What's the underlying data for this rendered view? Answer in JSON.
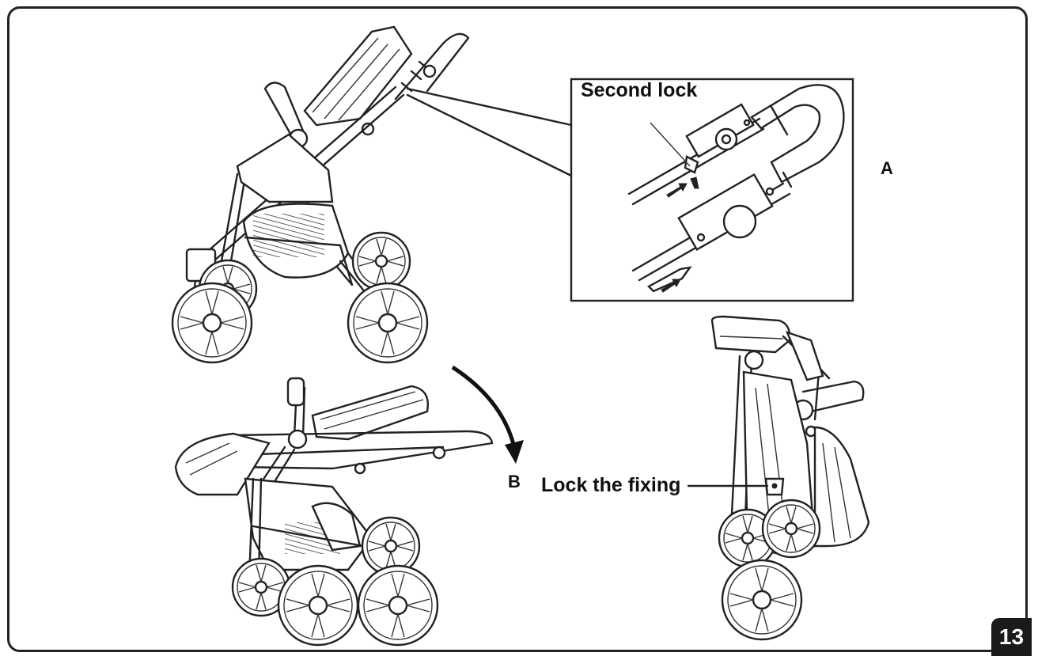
{
  "labels": {
    "second_lock": "Second lock",
    "a": "A",
    "b": "B",
    "lock_fixing": "Lock the fixing"
  },
  "page": {
    "number": "13"
  }
}
